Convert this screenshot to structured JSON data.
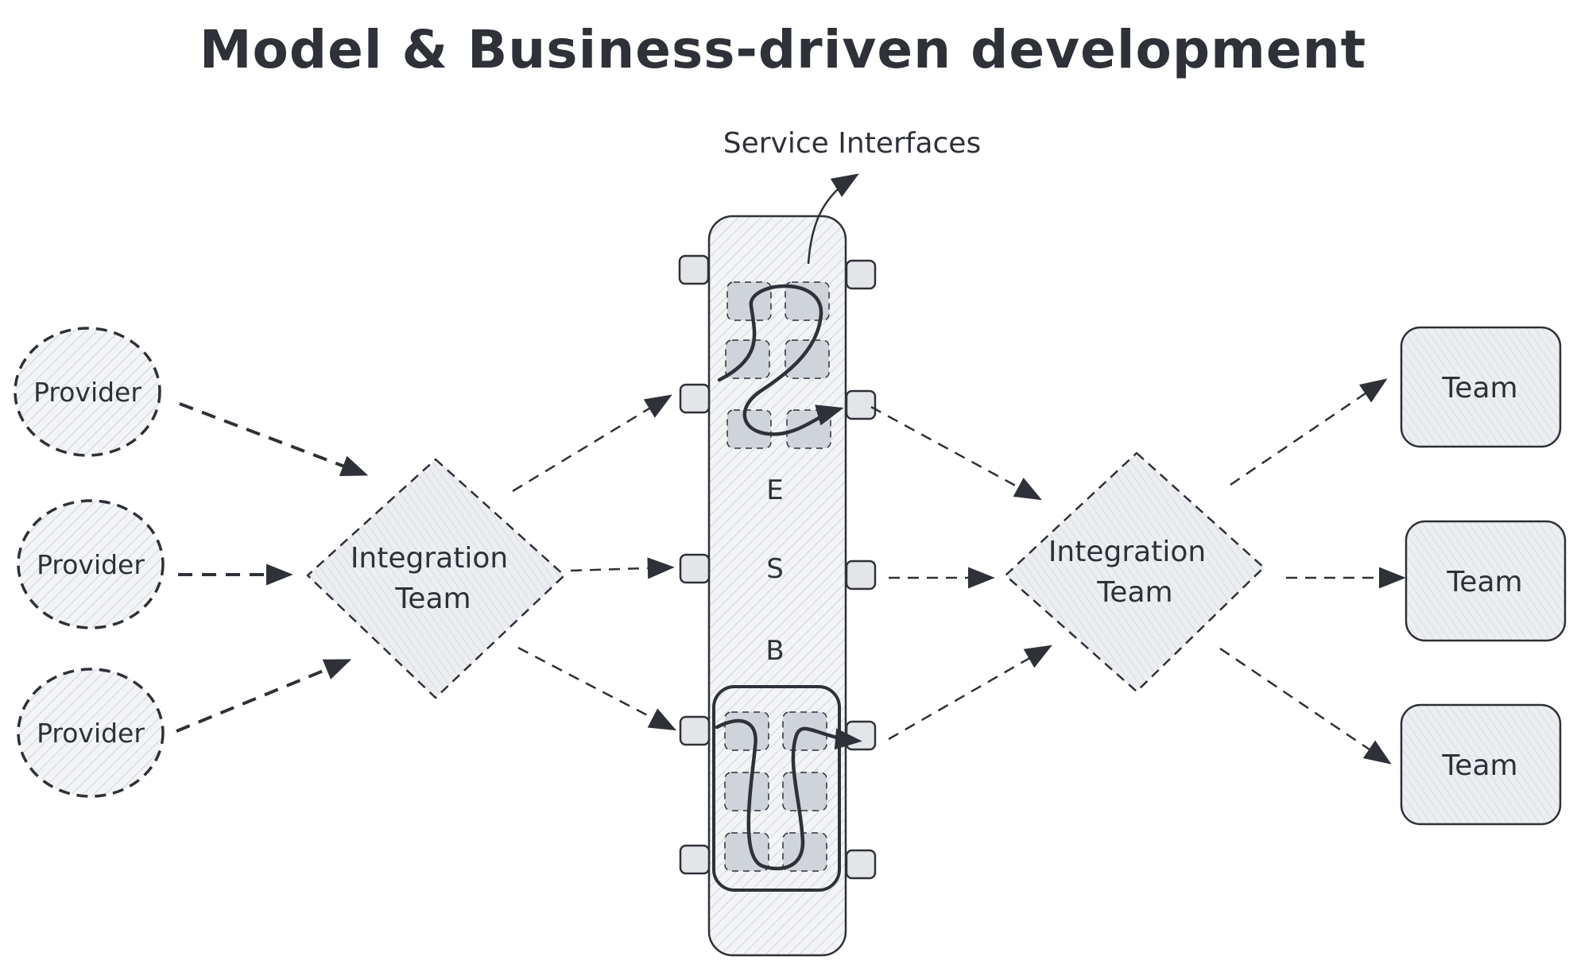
{
  "diagram": {
    "title": "Model & Business-driven development",
    "annotation": "Service Interfaces",
    "esb_letters": [
      "E",
      "S",
      "B"
    ],
    "providers": [
      "Provider",
      "Provider",
      "Provider"
    ],
    "integration_left": {
      "line1": "Integration",
      "line2": "Team"
    },
    "integration_right": {
      "line1": "Integration",
      "line2": "Team"
    },
    "teams": [
      "Team",
      "Team",
      "Team"
    ]
  },
  "colors": {
    "stroke": "#2e3138",
    "fill_light": "#e9ebef",
    "fill_block": "#cfd3da"
  }
}
